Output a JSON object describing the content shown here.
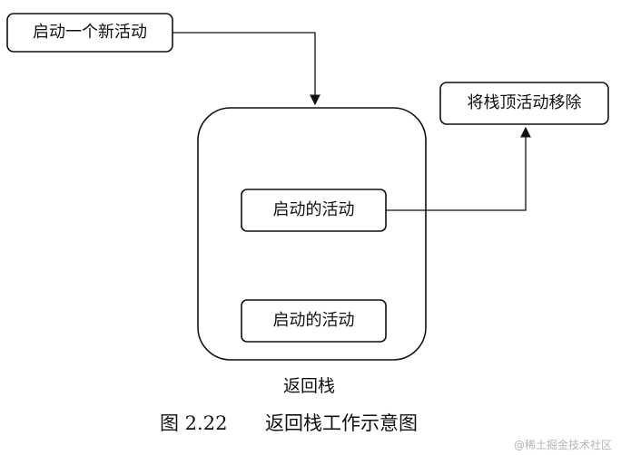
{
  "diagram": {
    "start_activity": "启动一个新活动",
    "remove_top": "将栈顶活动移除",
    "stack_top_activity": "启动的活动",
    "stack_bottom_activity": "启动的活动",
    "stack_label": "返回栈"
  },
  "caption": {
    "figure_number": "图 2.22",
    "title": "返回栈工作示意图"
  },
  "watermark": "@稀土掘金技术社区"
}
